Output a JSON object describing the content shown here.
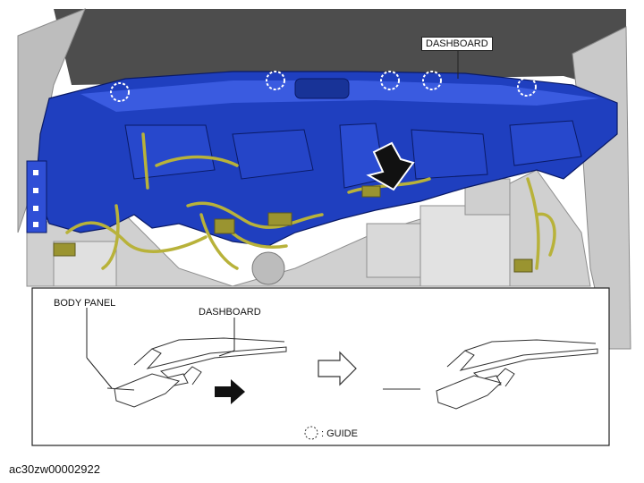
{
  "labels": {
    "dashboard_top": "DASHBOARD",
    "body_panel": "BODY PANEL",
    "dashboard_inset": "DASHBOARD",
    "guide_legend": ": GUIDE"
  },
  "caption": "ac30zw00002922",
  "colors": {
    "dashboard_blue": "#1f3fbf",
    "harness_yellow": "#b8b23a",
    "body_grey": "#c8c8c8"
  }
}
